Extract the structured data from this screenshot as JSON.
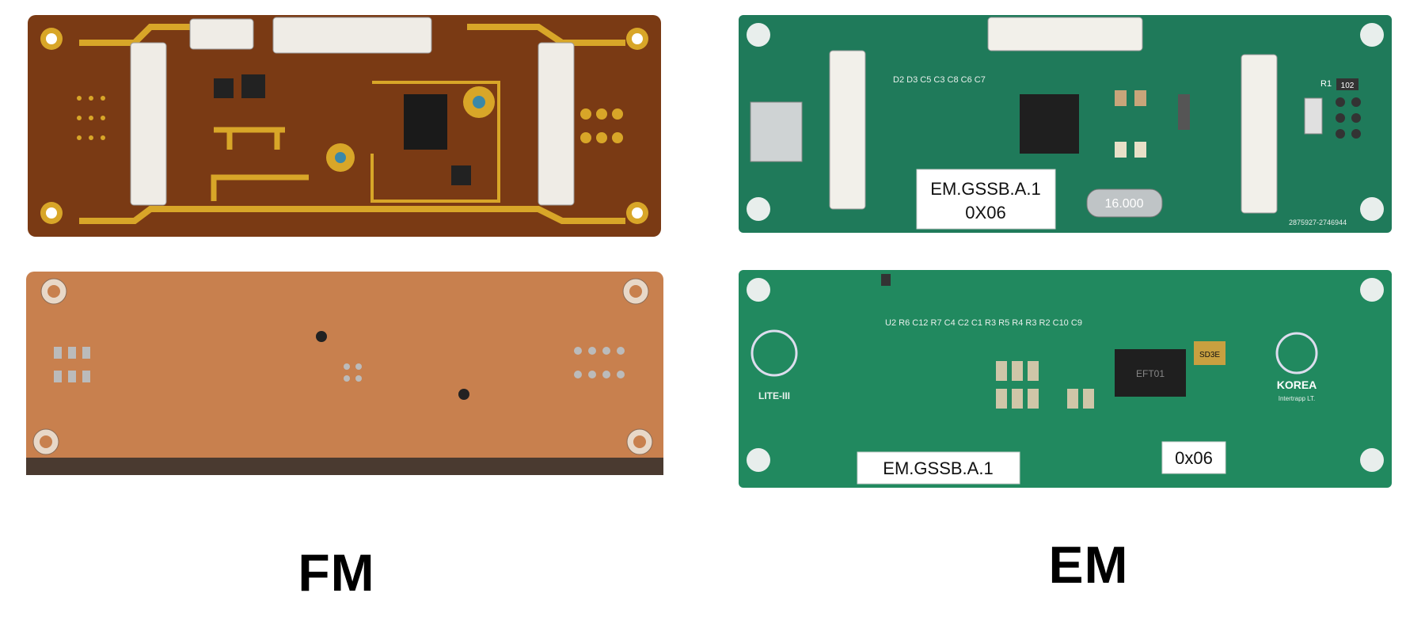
{
  "captions": {
    "left": "FM",
    "right": "EM"
  },
  "labels": {
    "em_top_label_line1": "EM.GSSB.A.1",
    "em_top_label_line2": "0X06",
    "em_top_crystal": "16.000",
    "em_top_serial": "2875927-2746944",
    "em_top_r1": "R1",
    "em_top_r1_value": "102",
    "em_top_refs": [
      "D2",
      "D3",
      "C5",
      "C3",
      "C8",
      "C6",
      "C7"
    ],
    "em_bottom_label_left": "EM.GSSB.A.1",
    "em_bottom_label_right": "0x06",
    "em_bottom_logo_text": "KOREA",
    "em_bottom_logo_sub": "Intertrapp LT.",
    "em_bottom_chip": "EFT01",
    "em_bottom_cap": "SD3E",
    "em_bottom_sat": "LITE-III",
    "em_bottom_refs": [
      "U2",
      "R6",
      "C12",
      "R7",
      "C4",
      "C2",
      "C1",
      "R3",
      "R5",
      "R4",
      "R3",
      "R2",
      "C10",
      "C9"
    ]
  },
  "colors": {
    "fm_top": "#7a3a14",
    "fm_top_gold": "#d8a628",
    "fm_bottom": "#c8804e",
    "em_green": "#1f7a5a",
    "em_green_bottom": "#21895f"
  }
}
